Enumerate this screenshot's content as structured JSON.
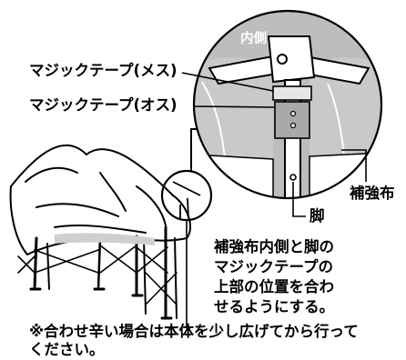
{
  "labels": {
    "velcro_female": "マジックテープ(メス)",
    "velcro_male": "マジックテープ(オス)",
    "inside": "内側",
    "reinforcement_cloth": "補強布",
    "leg": "脚"
  },
  "instruction_lines": [
    "補強布内側と脚の",
    "マジックテープの",
    "上部の位置を合わ",
    "せるようにする。"
  ],
  "note_lines": [
    "※合わせ辛い場合は本体を少し広げてから行って",
    "ください。"
  ]
}
